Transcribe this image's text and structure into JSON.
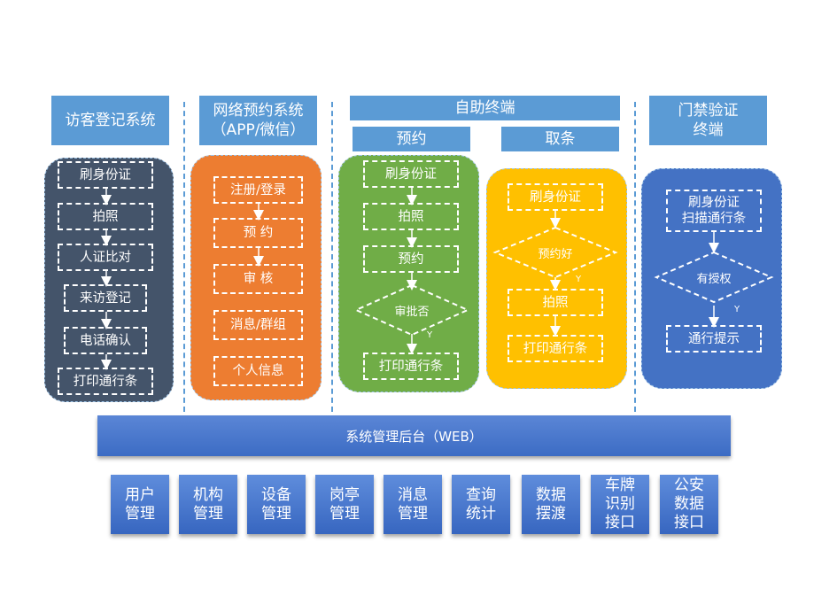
{
  "headers": {
    "visitor": "访客登记系统",
    "network": "网络预约系统\n（APP/微信）",
    "self_service": "自助终端",
    "reserve": "预约",
    "pickup": "取条",
    "access": "门禁验证\n终端"
  },
  "columns": {
    "visitor": {
      "color": "#44546a",
      "steps": [
        "刷身份证",
        "拍照",
        "人证比对",
        "来访登记",
        "电话确认",
        "打印通行条"
      ]
    },
    "network": {
      "color": "#ed7d31",
      "steps": [
        "注册/登录",
        "预 约",
        "审 核",
        "消息/群组",
        "个人信息"
      ]
    },
    "reserve": {
      "color": "#70ad47",
      "steps": [
        "刷身份证",
        "拍照",
        "预约",
        "打印通行条"
      ],
      "decision": "审批否",
      "decision_yes": "Y"
    },
    "pickup": {
      "color": "#ffc000",
      "steps": [
        "刷身份证",
        "拍照",
        "打印通行条"
      ],
      "decision": "预约好",
      "decision_yes": "Y"
    },
    "access": {
      "color": "#4472c4",
      "steps": [
        "刷身份证\n扫描通行条",
        "通行提示"
      ],
      "decision": "有授权",
      "decision_yes": "Y"
    }
  },
  "backend": "系统管理后台（WEB）",
  "modules": [
    "用户\n管理",
    "机构\n管理",
    "设备\n管理",
    "岗亭\n管理",
    "消息\n管理",
    "查询\n统计",
    "数据\n摆渡",
    "车牌\n识别\n接口",
    "公安\n数据\n接口"
  ]
}
